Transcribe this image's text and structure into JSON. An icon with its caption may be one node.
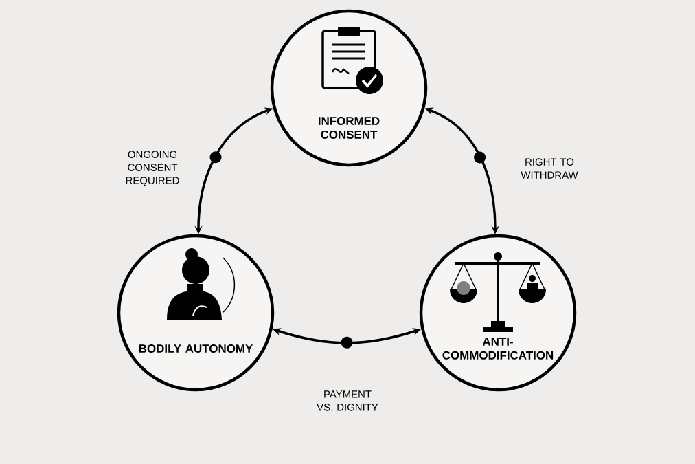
{
  "diagram": {
    "nodes": [
      {
        "text": [
          "INFORMED CONSENT"
        ]
      },
      {
        "text": [
          "BODILY AUTONOMY"
        ]
      },
      {
        "text": [
          "ANTI- COMMODIFICATION"
        ]
      }
    ],
    "edges": [
      {
        "from": 0,
        "to": 1,
        "arrow": "both",
        "label": "ONGOING CONSENT REQUIRED"
      },
      {
        "from": 0,
        "to": 2,
        "arrow": "both",
        "label": "RIGHT TO WITHDRAW"
      },
      {
        "from": 1,
        "to": 2,
        "arrow": "both",
        "label": "PAYMENT VS. DIGNITY"
      }
    ]
  }
}
